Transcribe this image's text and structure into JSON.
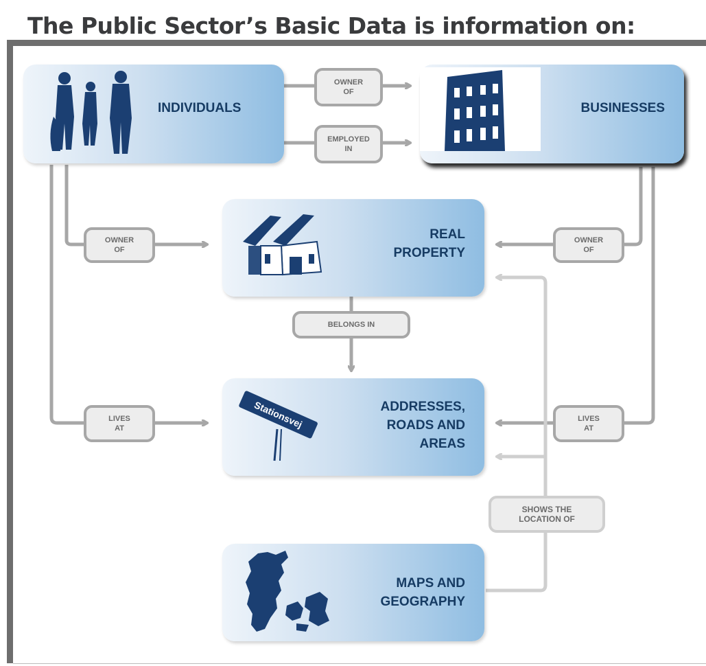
{
  "title": "The Public Sector’s Basic Data is information on:",
  "nodes": {
    "individuals": "INDIVIDUALS",
    "businesses": "BUSINESSES",
    "real_property": "REAL\nPROPERTY",
    "addresses": "ADDRESSES,\nROADS AND\nAREAS",
    "maps": "MAPS AND\nGEOGRAPHY"
  },
  "edges": {
    "owner_of_top": "OWNER\nOF",
    "employed_in": "EMPLOYED\nIN",
    "owner_of_left": "OWNER\nOF",
    "owner_of_right": "OWNER\nOF",
    "belongs_in": "BELONGS IN",
    "lives_at_left": "LIVES\nAT",
    "lives_at_right": "LIVES\nAT",
    "shows_location": "SHOWS THE\nLOCATION OF"
  },
  "sign_text": "Stationsvej",
  "colors": {
    "node_text": "#163b63",
    "icon_fill": "#1b3f72",
    "connector": "#a7a7a7",
    "connector_light": "#cfcfcf",
    "frame": "#6e6e6e"
  }
}
